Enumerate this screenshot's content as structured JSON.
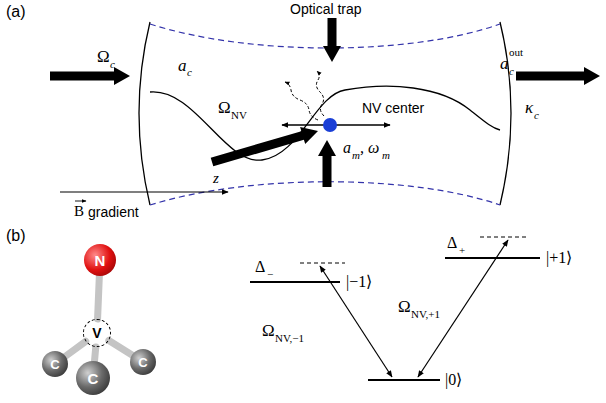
{
  "diagram": {
    "nodes": [
      {
        "text": [
          "N"
        ]
      },
      {
        "text": [
          "V"
        ]
      },
      {
        "text": [
          "C"
        ]
      },
      {
        "text": [
          "C"
        ]
      },
      {
        "text": [
          "C"
        ]
      }
    ],
    "edges": [
      {
        "from": 1,
        "to": 0,
        "arrow": "none"
      },
      {
        "from": 1,
        "to": 2,
        "arrow": "none"
      },
      {
        "from": 1,
        "to": 3,
        "arrow": "none"
      },
      {
        "from": 1,
        "to": 4,
        "arrow": "none"
      }
    ],
    "labels": [
      "(a)",
      "Ω",
      "c",
      "a",
      "c",
      "Optical trap",
      "NV center",
      "Ω",
      "NV",
      "a",
      "m",
      ", ω",
      "m",
      "a",
      "c",
      "out",
      "κ",
      "c",
      "B",
      "gradient",
      "z",
      "(b)",
      "Δ",
      "−",
      "|−1⟩",
      "Δ",
      "+",
      "|+1⟩",
      "Ω",
      "NV,−1",
      "Ω",
      "NV,+1",
      "|0⟩"
    ]
  }
}
